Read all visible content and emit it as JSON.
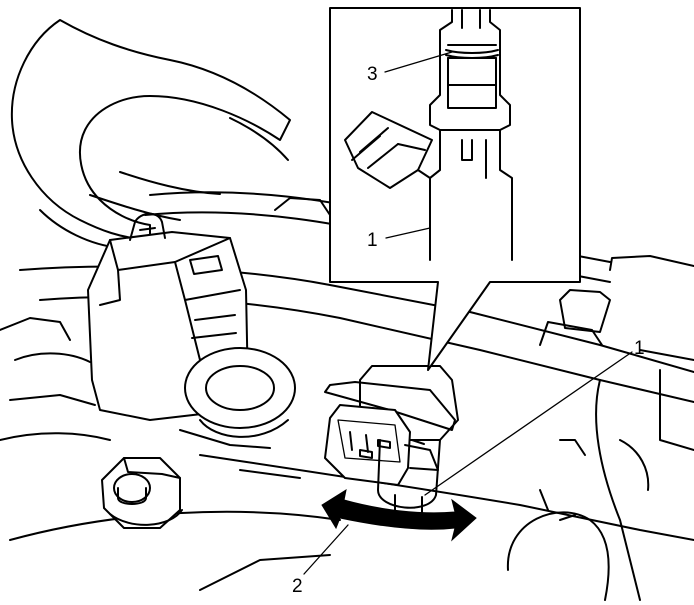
{
  "callouts": [
    {
      "id": "1",
      "label": "1"
    },
    {
      "id": "2",
      "label": "2"
    },
    {
      "id": "3",
      "label": "3"
    },
    {
      "id": "1-inset",
      "label": "1"
    }
  ],
  "icons": {
    "rotation_arrow": "double-headed-curved-arrow-icon",
    "hand": "hand-icon"
  },
  "colors": {
    "line": "#000000",
    "background": "#ffffff",
    "arrow_fill": "#000000"
  }
}
